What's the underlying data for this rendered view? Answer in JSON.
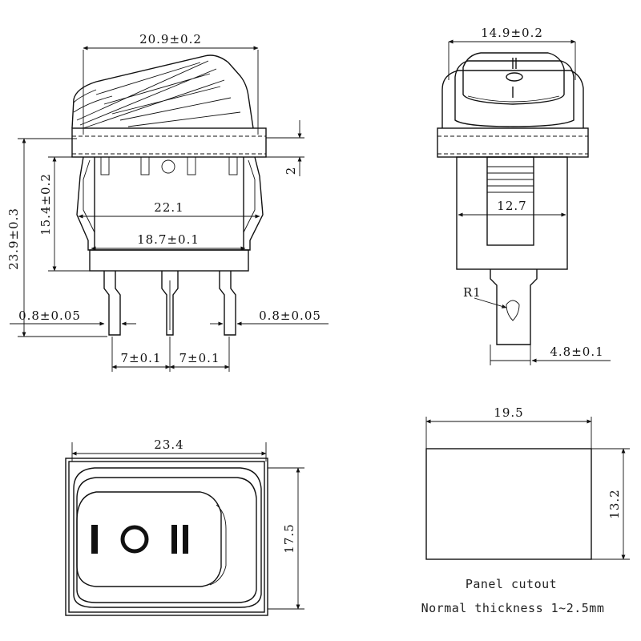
{
  "front_view": {
    "top_width": "20.9±0.2",
    "body_width": "22.1",
    "base_width": "18.7±0.1",
    "height_total": "23.9±0.3",
    "height_body": "15.4±0.2",
    "flange": "2",
    "pin_thickness_left": "0.8±0.05",
    "pin_thickness_right": "0.8±0.05",
    "pin_pitch_left": "7±0.1",
    "pin_pitch_right": "7±0.1"
  },
  "side_view": {
    "top_width": "14.9±0.2",
    "body_width": "12.7",
    "radius": "R1",
    "terminal_width": "4.8±0.1"
  },
  "top_view": {
    "width": "23.4",
    "height": "17.5",
    "symbols": [
      "I",
      "O",
      "II"
    ]
  },
  "panel_cutout": {
    "width": "19.5",
    "height": "13.2",
    "title": "Panel cutout",
    "thickness_note": "Normal thickness 1~2.5mm"
  }
}
